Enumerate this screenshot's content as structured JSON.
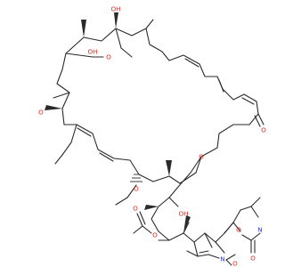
{
  "molecule": {
    "atom_labels": [
      {
        "id": "oh-top",
        "text": "OH",
        "color": "#e8261c"
      },
      {
        "id": "ome-1",
        "text": "O",
        "color": "#e8261c"
      },
      {
        "id": "oh-ring",
        "text": "OH",
        "color": "#e8261c"
      },
      {
        "id": "ome-2",
        "text": "O",
        "color": "#e8261c"
      },
      {
        "id": "lactone-carbonyl-o",
        "text": "O",
        "color": "#e8261c"
      },
      {
        "id": "lactone-ring-o",
        "text": "O",
        "color": "#e8261c"
      },
      {
        "id": "ome-3",
        "text": "O",
        "color": "#e8261c"
      },
      {
        "id": "oh-chain",
        "text": "OH",
        "color": "#e8261c"
      },
      {
        "id": "ester-o",
        "text": "O",
        "color": "#e8261c"
      },
      {
        "id": "ester-carbonyl-o",
        "text": "O",
        "color": "#e8261c"
      },
      {
        "id": "amine-n",
        "text": "N",
        "color": "#2b37d6"
      },
      {
        "id": "acetate-o1",
        "text": "O",
        "color": "#e8261c"
      },
      {
        "id": "acetate-o2",
        "text": "O",
        "color": "#e8261c"
      },
      {
        "id": "formamide-n",
        "text": "N",
        "color": "#2b37d6"
      },
      {
        "id": "formyl-o",
        "text": "O",
        "color": "#e8261c"
      }
    ]
  }
}
